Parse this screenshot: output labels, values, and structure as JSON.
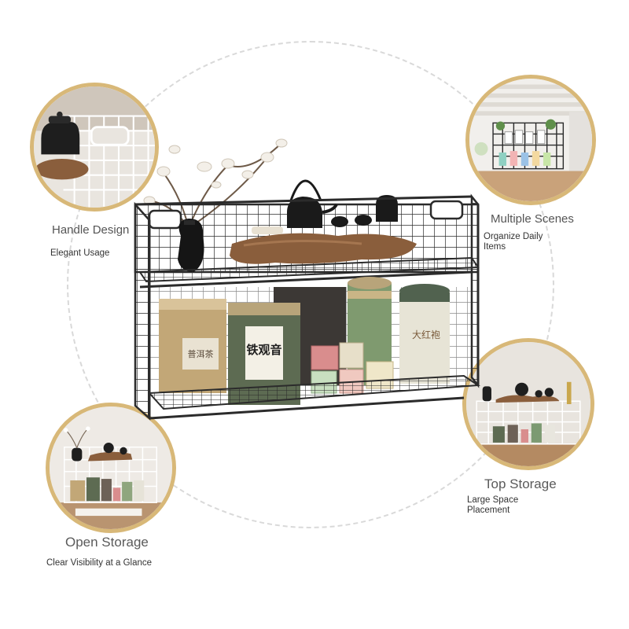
{
  "features": {
    "handle": {
      "title": "Handle Design",
      "subtitle": "Elegant Usage"
    },
    "scenes": {
      "title": "Multiple Scenes",
      "subtitle": "Organize Daily Items"
    },
    "top": {
      "title": "Top Storage",
      "subtitle": "Large Space Placement"
    },
    "open": {
      "title": "Open Storage",
      "subtitle": "Clear Visibility at a Glance"
    }
  },
  "product": {
    "tin_labels": [
      "普洱茶",
      "铁观音",
      "大红袍"
    ]
  },
  "colors": {
    "accent_ring": "#d8b878",
    "dashed_ring": "#d9d9d9",
    "rack_metal": "#2b2b2b",
    "tin_green": "#5d6b52",
    "wood": "#8a5e3c"
  },
  "icons": [
    "wire-rack",
    "teapot",
    "tea-tin",
    "flower-branch"
  ]
}
